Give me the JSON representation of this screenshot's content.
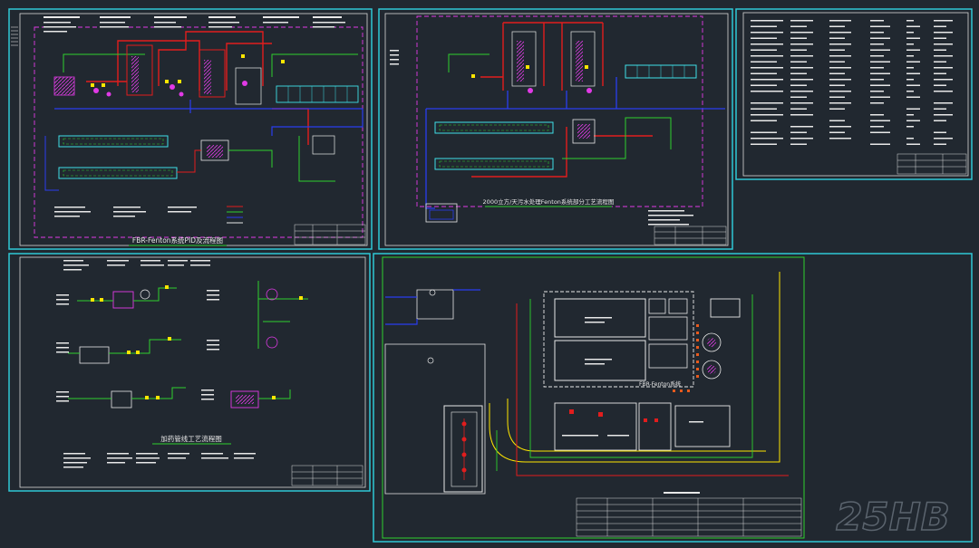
{
  "sheets": {
    "pid": {
      "title": "FBR-Fenton系统PID及流程图"
    },
    "process": {
      "title": "2000立方/天污水处理Fenton系统部分工艺流程图"
    },
    "dosing": {
      "title": "加药管线工艺流程图"
    },
    "layout": {
      "label": "FBR-Fenton系统"
    }
  },
  "watermark": {
    "text": "25HB"
  },
  "colors": {
    "background": "#212830",
    "frame": "#2fc7d6",
    "border": "#d8d8d8",
    "red_line": "#e21d1d",
    "blue_line": "#2a3df0",
    "green_line": "#2ed12e",
    "magenta": "#e13ae6",
    "yellow": "#ffe600",
    "cyan": "#3fe0e8",
    "white": "#e8e8e8"
  }
}
